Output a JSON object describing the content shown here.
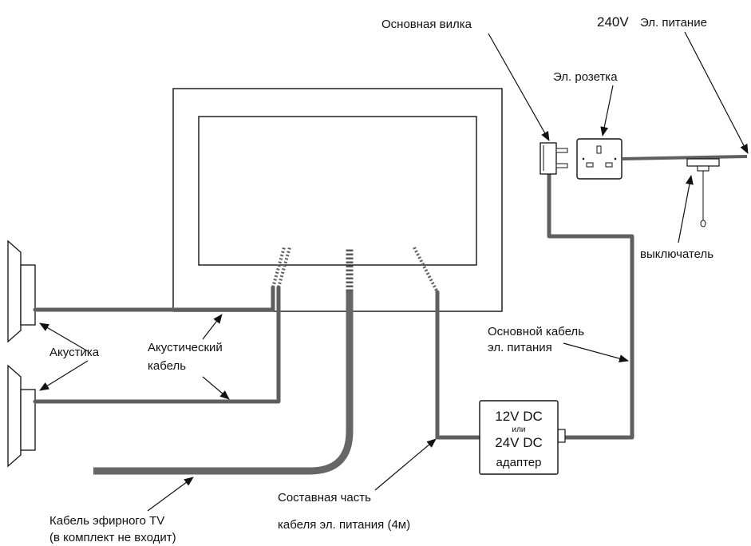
{
  "labels": {
    "main_plug": "Основная вилка",
    "voltage": "240V",
    "mains_power": "Эл. питание",
    "socket": "Эл. розетка",
    "switch": "выключатель",
    "main_cable_1": "Основной кабель",
    "main_cable_2": "эл. питания",
    "speakers": "Акустика",
    "speaker_cable_1": "Акустический",
    "speaker_cable_2": "кабель",
    "tv_cable_1": "Кабель эфирного TV",
    "tv_cable_2": "(в комплект не входит)",
    "integral_cable_1": "Составная часть",
    "integral_cable_2": "кабеля эл. питания (4м)"
  },
  "adapter": {
    "line1": "12V DC",
    "line2": "или",
    "line3": "24V DC",
    "line4": "адаптер"
  },
  "colors": {
    "cable": "#5f5f5f",
    "outline": "#111111"
  }
}
